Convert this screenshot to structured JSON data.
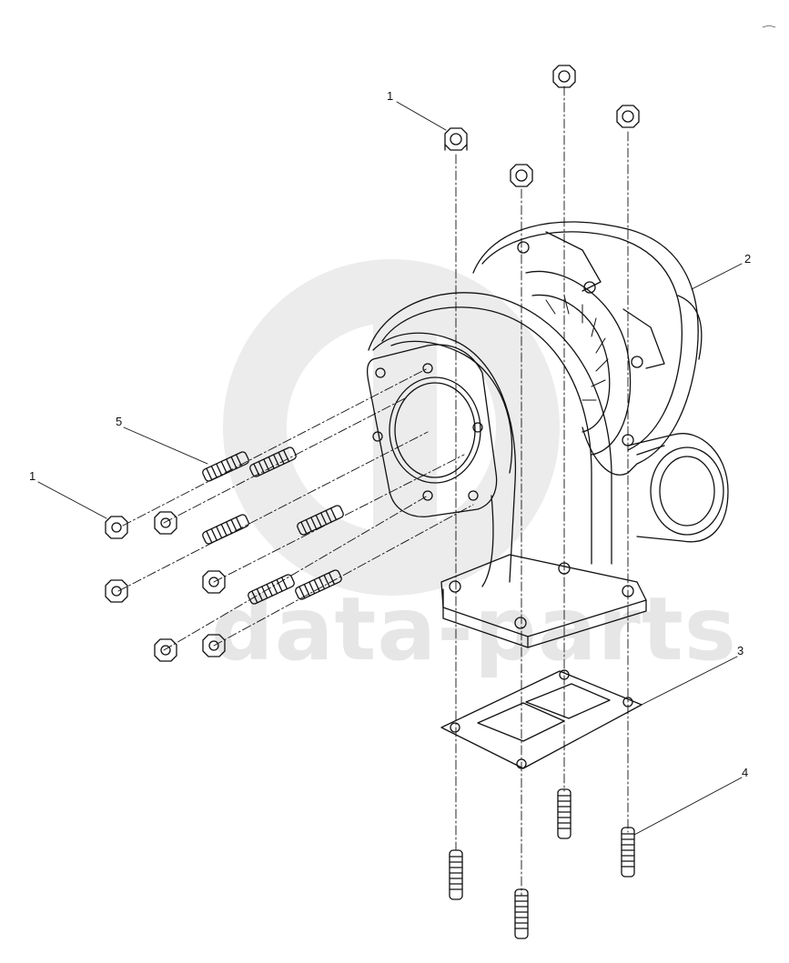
{
  "watermark": {
    "text": "data-parts"
  },
  "callouts": [
    {
      "id": "c1a",
      "label": "1"
    },
    {
      "id": "c1b",
      "label": "1"
    },
    {
      "id": "c2",
      "label": "2"
    },
    {
      "id": "c3",
      "label": "3"
    },
    {
      "id": "c4",
      "label": "4"
    },
    {
      "id": "c5",
      "label": "5"
    }
  ],
  "colors": {
    "line": "#111111",
    "watermark": "#e6e6e6"
  }
}
